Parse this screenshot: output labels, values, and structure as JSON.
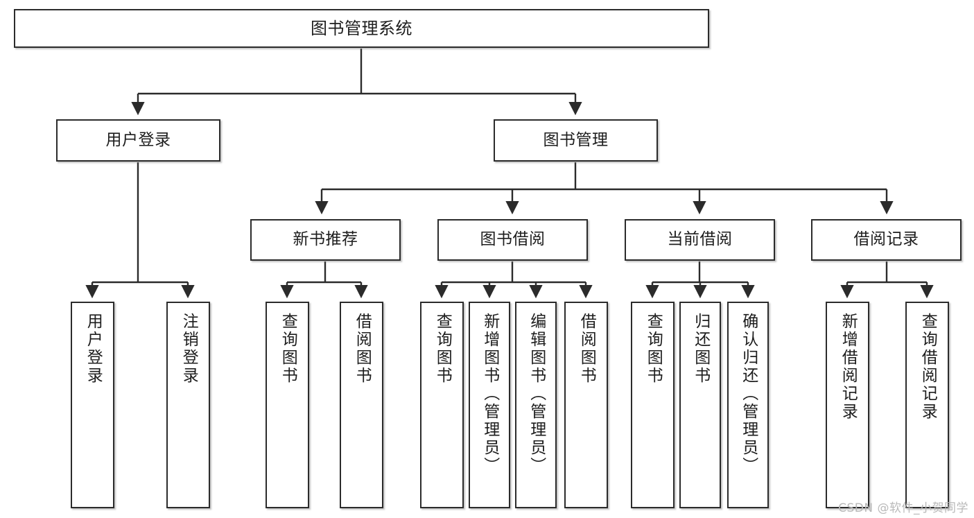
{
  "diagram": {
    "title": "图书管理系统",
    "type": "tree",
    "watermark": "CSDN @软件_小贺同学",
    "colors": {
      "box_border": "#2b2b2b",
      "box_fill": "#ffffff",
      "edge": "#2b2b2b",
      "text": "#1d1d1d",
      "watermark": "#b9b9b9"
    },
    "nodes": {
      "root": {
        "label": "图书管理系统"
      },
      "level2": [
        {
          "id": "user-login",
          "label": "用户登录"
        },
        {
          "id": "book-manage",
          "label": "图书管理"
        }
      ],
      "level3": [
        {
          "id": "new-book-recommend",
          "label": "新书推荐"
        },
        {
          "id": "book-borrow",
          "label": "图书借阅"
        },
        {
          "id": "current-borrow",
          "label": "当前借阅"
        },
        {
          "id": "borrow-record",
          "label": "借阅记录"
        }
      ],
      "leaves": {
        "user-login": [
          {
            "id": "leaf-user-login",
            "label": "用户登录"
          },
          {
            "id": "leaf-logout",
            "label": "注销登录"
          }
        ],
        "new-book-recommend": [
          {
            "id": "leaf-query-book-1",
            "label": "查询图书"
          },
          {
            "id": "leaf-borrow-book-1",
            "label": "借阅图书"
          }
        ],
        "book-borrow": [
          {
            "id": "leaf-query-book-2",
            "label": "查询图书"
          },
          {
            "id": "leaf-add-book",
            "label": "新增图书（管理员）"
          },
          {
            "id": "leaf-edit-book",
            "label": "编辑图书（管理员）"
          },
          {
            "id": "leaf-borrow-book-2",
            "label": "借阅图书"
          }
        ],
        "current-borrow": [
          {
            "id": "leaf-query-book-3",
            "label": "查询图书"
          },
          {
            "id": "leaf-return-book",
            "label": "归还图书"
          },
          {
            "id": "leaf-confirm-return",
            "label": "确认归还（管理员）"
          }
        ],
        "borrow-record": [
          {
            "id": "leaf-add-record",
            "label": "新增借阅记录"
          },
          {
            "id": "leaf-query-record",
            "label": "查询借阅记录"
          }
        ]
      }
    }
  }
}
